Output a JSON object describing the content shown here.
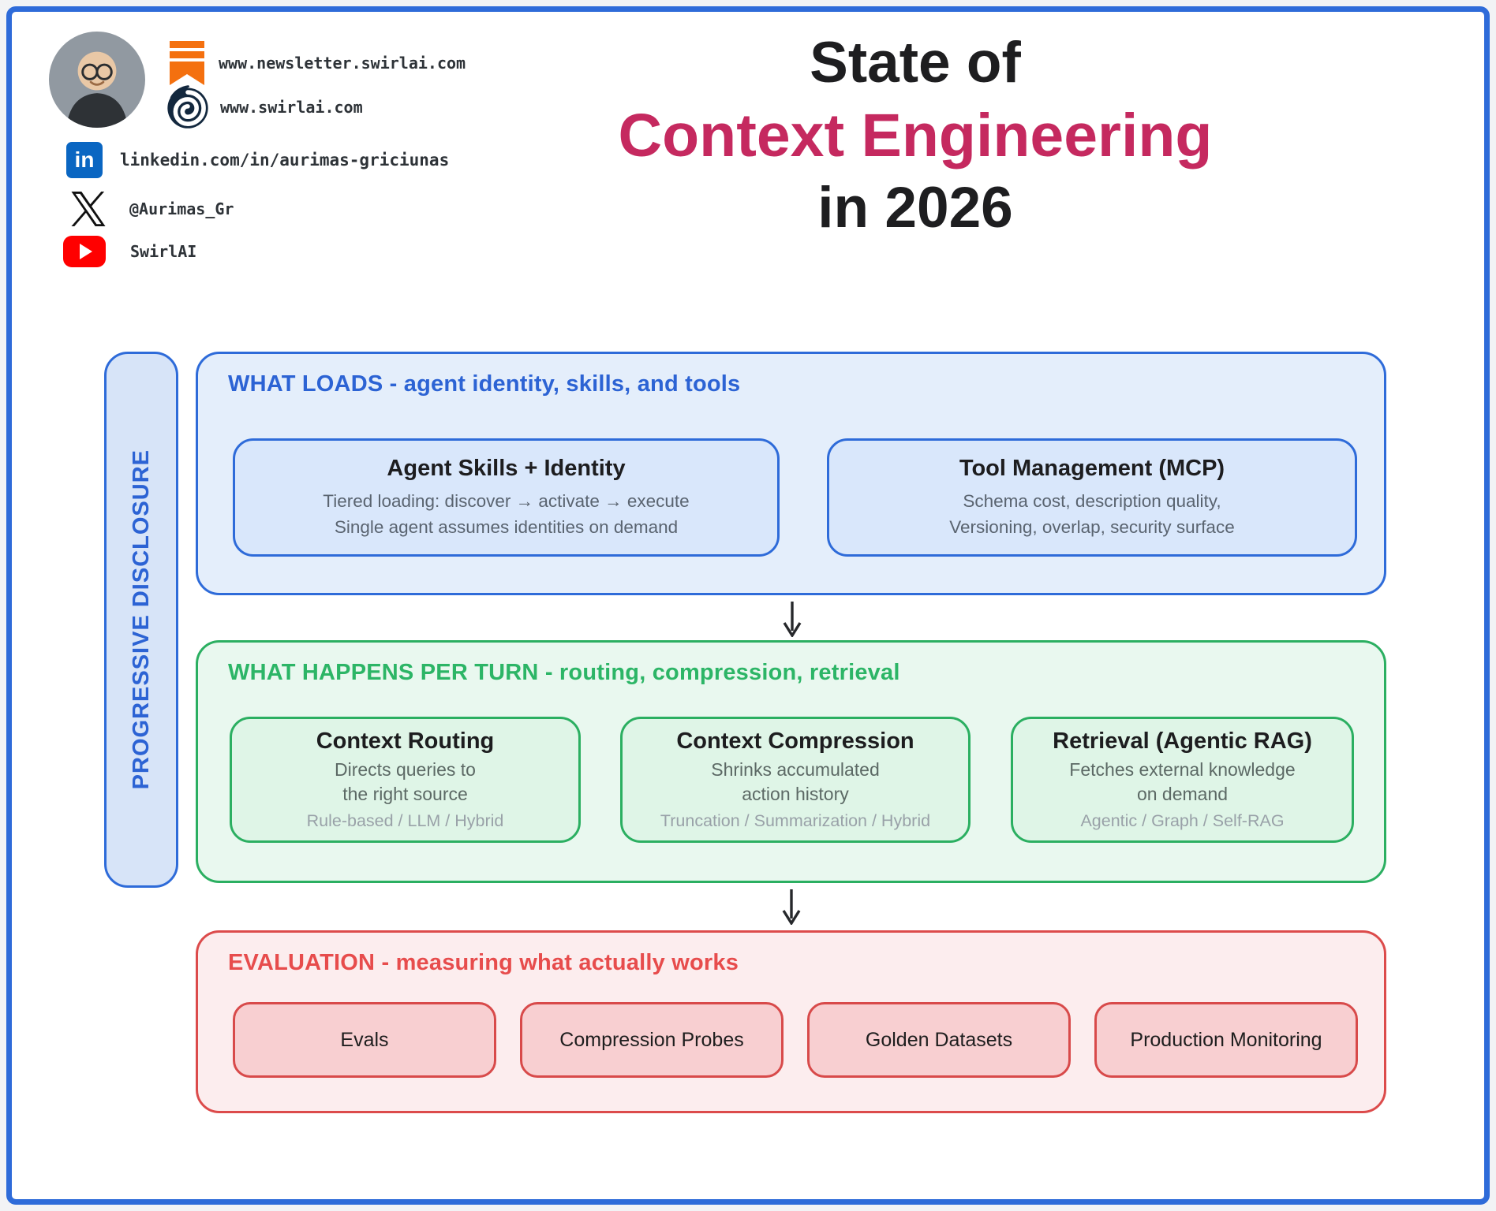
{
  "title": {
    "line1": "State of",
    "line2": "Context Engineering",
    "line3": "in 2026"
  },
  "profile": {
    "links": [
      {
        "icon": "newsletter-icon",
        "text": "www.newsletter.swirlai.com"
      },
      {
        "icon": "swirl-icon",
        "text": "www.swirlai.com"
      },
      {
        "icon": "linkedin-icon",
        "text": "linkedin.com/in/aurimas-griciunas"
      },
      {
        "icon": "x-icon",
        "text": "@Aurimas_Gr"
      },
      {
        "icon": "youtube-icon",
        "text": "SwirlAI"
      }
    ],
    "linkedin_badge": "in"
  },
  "pill": {
    "label": "PROGRESSIVE DISCLOSURE"
  },
  "sections": {
    "loads": {
      "header": "WHAT LOADS - agent identity, skills, and tools",
      "cards": [
        {
          "title": "Agent Skills + Identity",
          "lines": [
            "Tiered loading: discover → activate → execute",
            "Single agent assumes identities on demand"
          ]
        },
        {
          "title": "Tool Management (MCP)",
          "lines": [
            "Schema cost, description quality,",
            "Versioning, overlap, security surface"
          ]
        }
      ]
    },
    "per_turn": {
      "header": "WHAT HAPPENS PER TURN - routing, compression, retrieval",
      "cards": [
        {
          "title": "Context Routing",
          "lines": [
            "Directs queries to",
            "the right source"
          ],
          "tag": "Rule-based / LLM / Hybrid"
        },
        {
          "title": "Context Compression",
          "lines": [
            "Shrinks accumulated",
            "action history"
          ],
          "tag": "Truncation / Summarization / Hybrid"
        },
        {
          "title": "Retrieval (Agentic RAG)",
          "lines": [
            "Fetches external knowledge",
            "on demand"
          ],
          "tag": "Agentic / Graph / Self-RAG"
        }
      ]
    },
    "evaluation": {
      "header": "EVALUATION - measuring what actually works",
      "cards": [
        {
          "title": "Evals"
        },
        {
          "title": "Compression Probes"
        },
        {
          "title": "Golden Datasets"
        },
        {
          "title": "Production Monitoring"
        }
      ]
    }
  },
  "colors": {
    "frame_blue": "#2E6BD9",
    "title_accent": "#C5295F",
    "blue_accent": "#2C63D4",
    "green_accent": "#2CB566",
    "red_accent": "#E74C4C",
    "newsletter_orange": "#F4700F",
    "linkedin_blue": "#0A66C2",
    "youtube_red": "#FF0000"
  }
}
